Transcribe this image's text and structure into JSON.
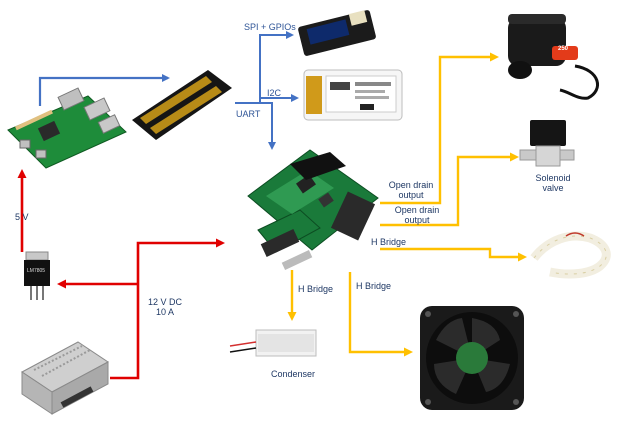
{
  "labels": {
    "spi_gpio": "SPI + GPIOs",
    "i2c": "I2C",
    "uart": "UART",
    "open_drain_1": {
      "line1": "Open drain",
      "line2": "output"
    },
    "open_drain_2": {
      "line1": "Open drain",
      "line2": "output"
    },
    "h_bridge_led": "H Bridge",
    "h_bridge_condenser": "H Bridge",
    "h_bridge_fan": "H Bridge",
    "solenoid_valve": {
      "line1": "Solenoid",
      "line2": "valve"
    },
    "condenser": "Condenser",
    "five_v": "5 V",
    "psu_rating": {
      "line1": "12 V DC",
      "line2": "10 A"
    },
    "regulator_part": "LM7805",
    "compressor_badge": "250"
  },
  "colors": {
    "signal_lines": "#4472c4",
    "power_lines": "#e00000",
    "output_lines": "#ffc000",
    "label_text": "#1f3864"
  },
  "icons": [
    "raspberry-pi-board",
    "gpio-header-extender",
    "oled-featherwing",
    "eink-bonnet",
    "controller-board",
    "air-compressor",
    "solenoid-valve",
    "led-strip",
    "voltage-regulator-lm7805",
    "power-supply-unit",
    "peltier-module",
    "cooling-fan"
  ]
}
